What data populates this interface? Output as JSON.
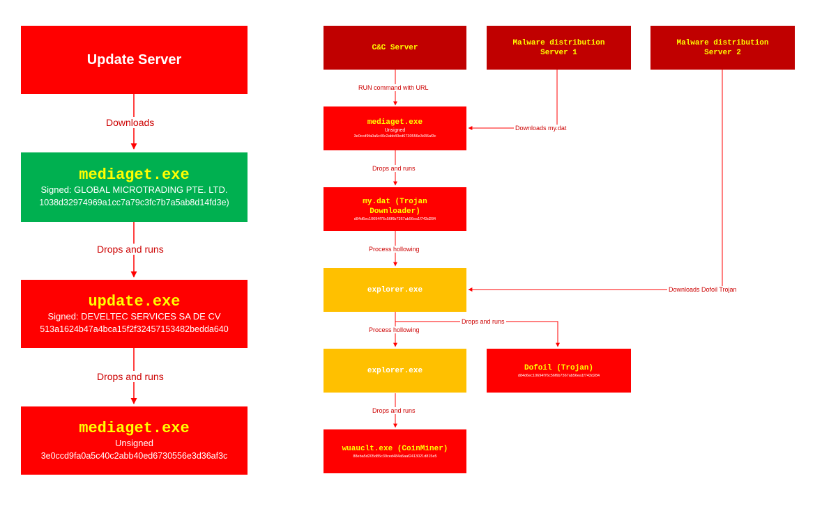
{
  "left_chain": {
    "update_server": {
      "title": "Update Server"
    },
    "edge1": "Downloads",
    "mediaget_signed": {
      "title": "mediaget.exe",
      "line1": "Signed: GLOBAL MICROTRADING PTE. LTD.",
      "line2": "1038d32974969a1cc7a79c3fc7b7a5ab8d14fd3e)"
    },
    "edge2": "Drops and runs",
    "update_exe": {
      "title": "update.exe",
      "line1": "Signed: DEVELTEC SERVICES SA DE CV",
      "line2": "513a1624b47a4bca15f2f32457153482bedda640"
    },
    "edge3": "Drops and runs",
    "mediaget_unsigned": {
      "title": "mediaget.exe",
      "line1": "Unsigned",
      "line2": "3e0ccd9fa0a5c40c2abb40ed6730556e3d36af3c"
    }
  },
  "right_chain": {
    "cnc": {
      "title": "C&C Server"
    },
    "mal1": {
      "title": "Malware distribution Server 1"
    },
    "mal2": {
      "title": "Malware distribution Server 2"
    },
    "edge_run": "RUN command with URL",
    "mediaget": {
      "title": "mediaget.exe",
      "line1": "Unsigned",
      "line2": "3e0ccd9fa0a5c40c2abb40ed6730556e3d36af3c"
    },
    "edge_downloads_mydat": "Downloads my.dat",
    "edge_drops1": "Drops and runs",
    "mydat": {
      "title": "my.dat (Trojan Downloader)",
      "line2": "d84d6ec10694f76c56f6b7367ab56ea1f743d284"
    },
    "edge_hollow1": "Process hollowing",
    "explorer1": {
      "title": "explorer.exe"
    },
    "edge_downloads_dofoil": "Downloads Dofoil Trojan",
    "edge_hollow2": "Process hollowing",
    "edge_drops2": "Drops and runs",
    "explorer2": {
      "title": "explorer.exe"
    },
    "dofoil": {
      "title": "Dofoil (Trojan)",
      "line2": "d84d6ec10694f76c56f6b7367ab56ea1f743d284"
    },
    "edge_drops3": "Drops and runs",
    "wuauclt": {
      "title": "wuauclt.exe (CoinMiner)",
      "line2": "88eba5d205d85c39ced484a5aaf2413021d815e5"
    }
  },
  "colors": {
    "red": "#ff0000",
    "dark_red": "#c00000",
    "green": "#00b050",
    "amber": "#ffc000",
    "title_yellow": "#ffff00",
    "arrow": "#ff0000"
  }
}
